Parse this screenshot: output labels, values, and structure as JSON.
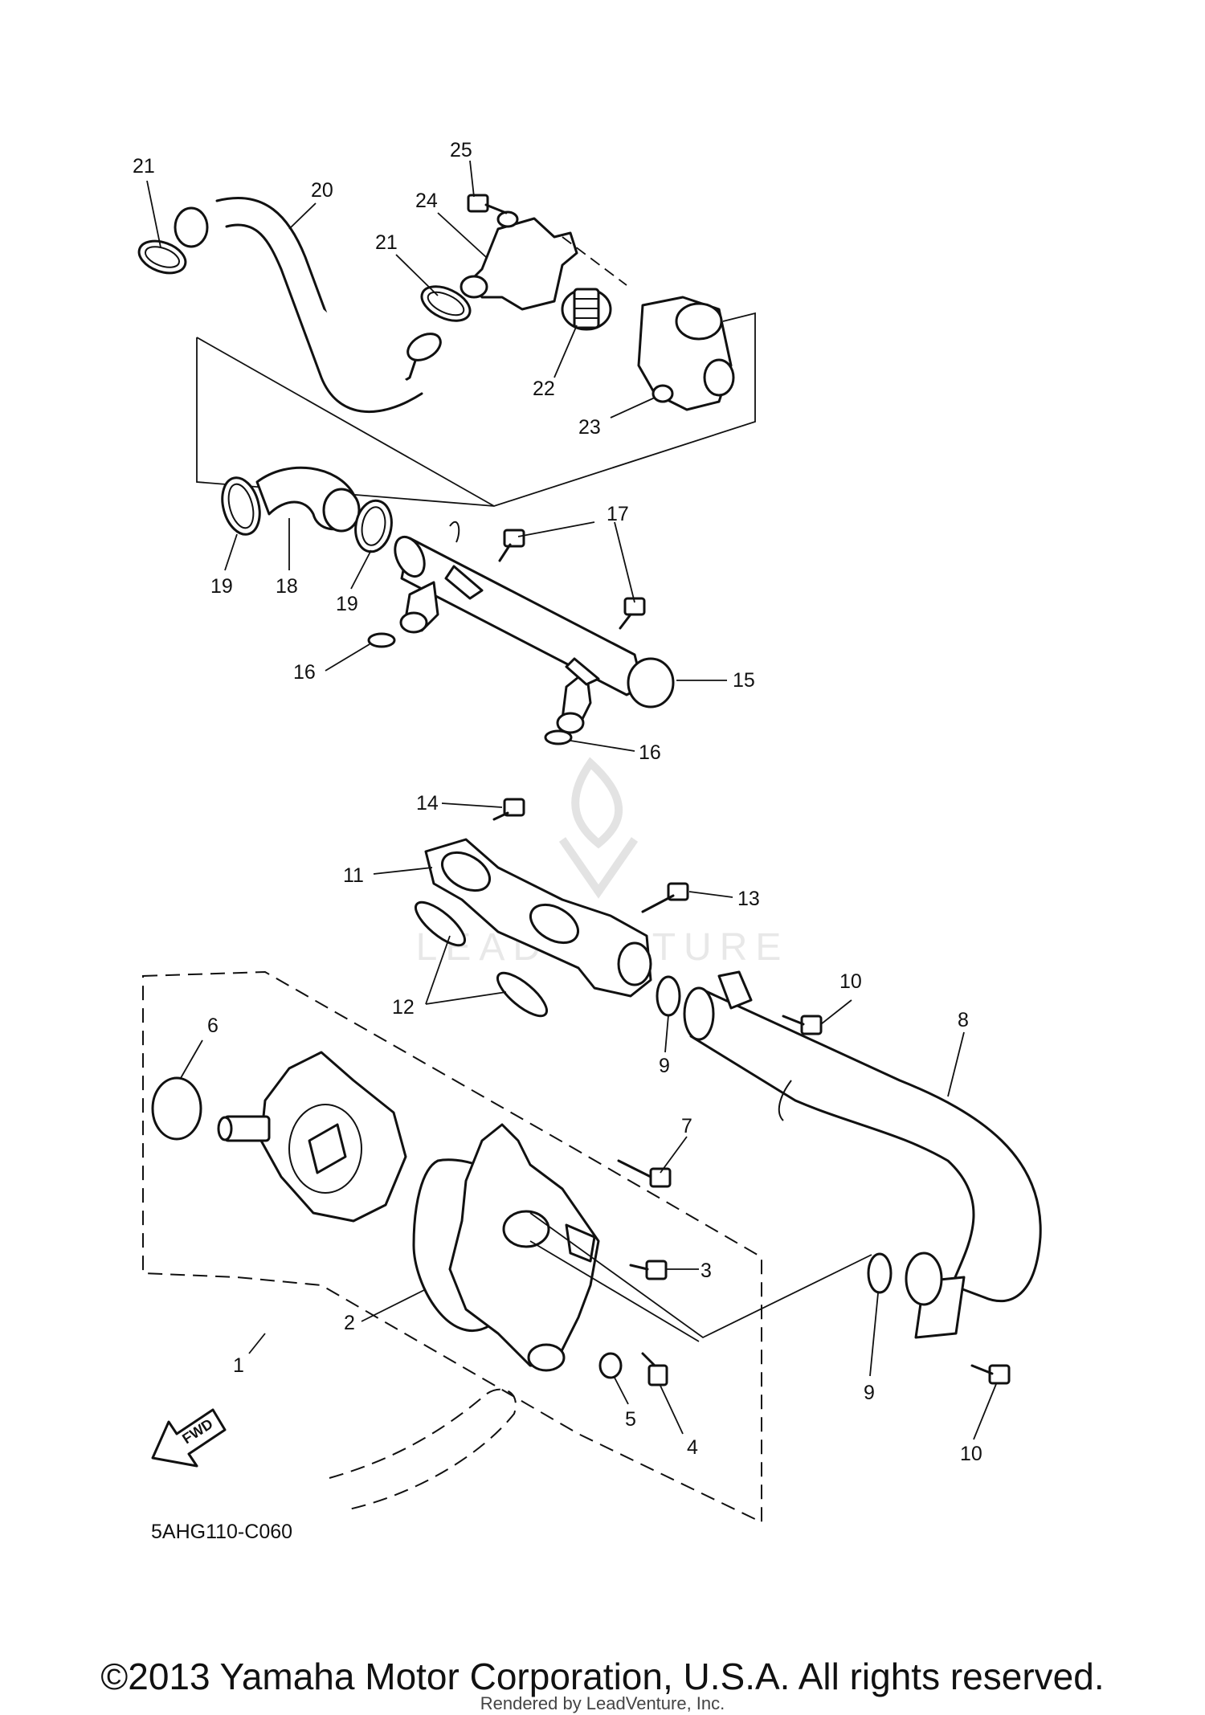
{
  "diagram": {
    "drawing_code": "5AHG110-C060",
    "fwd_label": "FWD",
    "watermark_text": "LEADVENTURE",
    "callouts": [
      "21",
      "20",
      "25",
      "24",
      "21",
      "22",
      "23",
      "19",
      "18",
      "19",
      "17",
      "16",
      "15",
      "16",
      "14",
      "11",
      "13",
      "12",
      "10",
      "8",
      "6",
      "9",
      "7",
      "3",
      "2",
      "1",
      "5",
      "4",
      "9",
      "10"
    ]
  },
  "footer": {
    "copyright": "©2013 Yamaha Motor Corporation, U.S.A. All rights reserved.",
    "rendered_by": "Rendered by LeadVenture, Inc."
  }
}
